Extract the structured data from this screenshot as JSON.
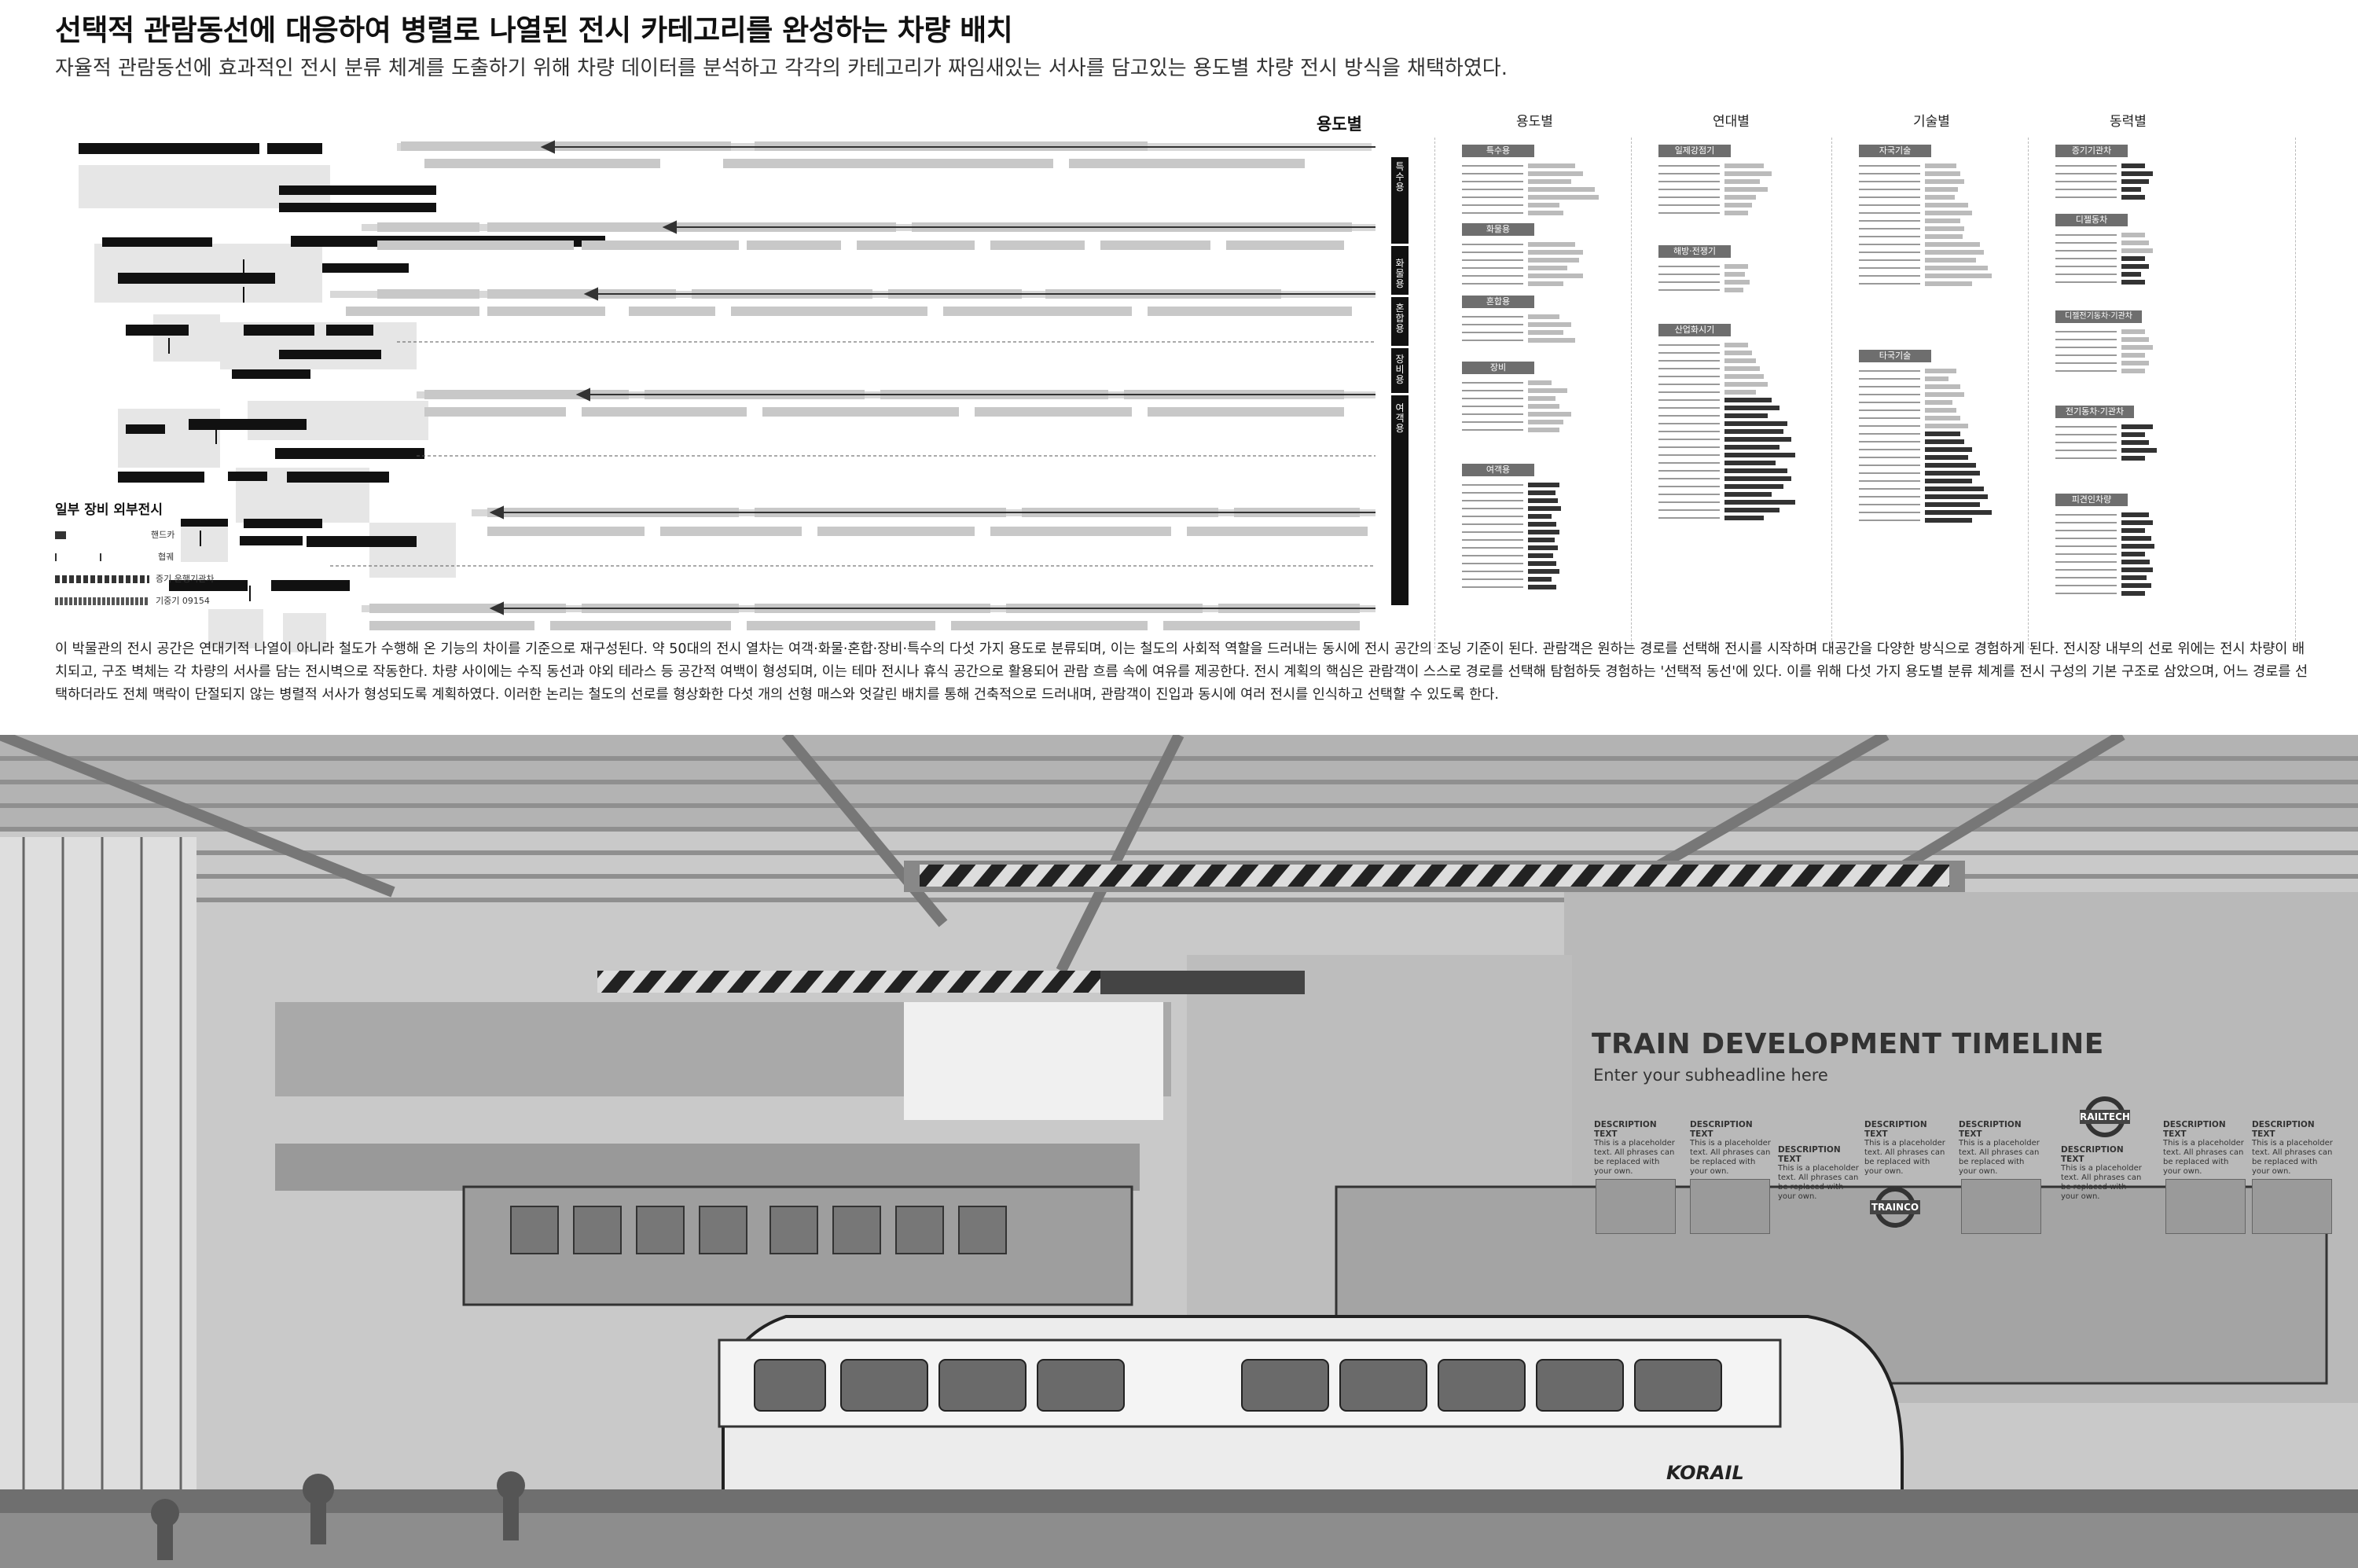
{
  "header": {
    "title": "선택적 관람동선에 대응하여 병렬로 나열된 전시 카테고리를 완성하는 차량 배치",
    "subtitle": "자율적 관람동선에 효과적인 전시 분류 체계를 도출하기 위해 차량 데이터를 분석하고 각각의 카테고리가 짜임새있는 서사를 담고있는 용도별 차량 전시 방식을 채택하였다."
  },
  "diagram": {
    "section_label": "용도별",
    "tabs": [
      "특수용",
      "화물용",
      "혼합용",
      "장비용",
      "여객용"
    ],
    "subsection_title": "일부 장비 외부전시",
    "legend": [
      {
        "label": "핸드카"
      },
      {
        "label": "협궤"
      },
      {
        "label": "증기 운행기관차"
      },
      {
        "label": "기중기 09154"
      }
    ]
  },
  "categories": [
    {
      "header": "용도별",
      "chips": [
        "특수용",
        "화물용",
        "혼합용",
        "장비",
        "여객용"
      ]
    },
    {
      "header": "연대별",
      "chips": [
        "일제강점기",
        "해방·전쟁기",
        "산업화시기"
      ]
    },
    {
      "header": "기술별",
      "chips": [
        "자국기술",
        "타국기술"
      ]
    },
    {
      "header": "동력별",
      "chips": [
        "증기기관차",
        "디젤동차",
        "디젤전기동차·기관차",
        "전기동차·기관차",
        "피견인차량"
      ]
    }
  ],
  "body_text": "이 박물관의 전시 공간은 연대기적 나열이 아니라 철도가 수행해 온 기능의 차이를 기준으로 재구성된다. 약 50대의 전시 열차는 여객·화물·혼합·장비·특수의 다섯 가지 용도로 분류되며, 이는 철도의 사회적 역할을 드러내는 동시에 전시 공간의 조닝 기준이 된다. 관람객은 원하는 경로를 선택해 전시를 시작하며 대공간을 다양한 방식으로 경험하게 된다. 전시장 내부의 선로 위에는 전시 차량이 배치되고, 구조 벽체는 각 차량의 서사를 담는 전시벽으로 작동한다. 차량 사이에는 수직 동선과 야외 테라스 등 공간적 여백이 형성되며, 이는 테마 전시나 휴식 공간으로 활용되어 관람 흐름 속에 여유를 제공한다. 전시 계획의 핵심은 관람객이 스스로 경로를 선택해 탐험하듯 경험하는 '선택적 동선'에 있다. 이를 위해 다섯 가지 용도별 분류 체계를 전시 구성의 기본 구조로 삼았으며, 어느 경로를 선택하더라도 전체 맥락이 단절되지 않는 병렬적 서사가 형성되도록 계획하였다. 이러한 논리는 철도의 선로를 형상화한 다섯 개의 선형 매스와 엇갈린 배치를 통해 건축적으로 드러내며, 관람객이 진입과 동시에 여러 전시를 인식하고 선택할 수 있도록 한다.",
  "rendering": {
    "timeline_title": "TRAIN DEVELOPMENT TIMELINE",
    "timeline_subtitle": "Enter your subheadline here",
    "desc_title": "DESCRIPTION TEXT",
    "desc_body": "This is a placeholder text. All phrases can be replaced with your own.",
    "logo_1": "TRAINCO",
    "logo_2": "RAILTECH",
    "train_brand": "KORAIL"
  }
}
